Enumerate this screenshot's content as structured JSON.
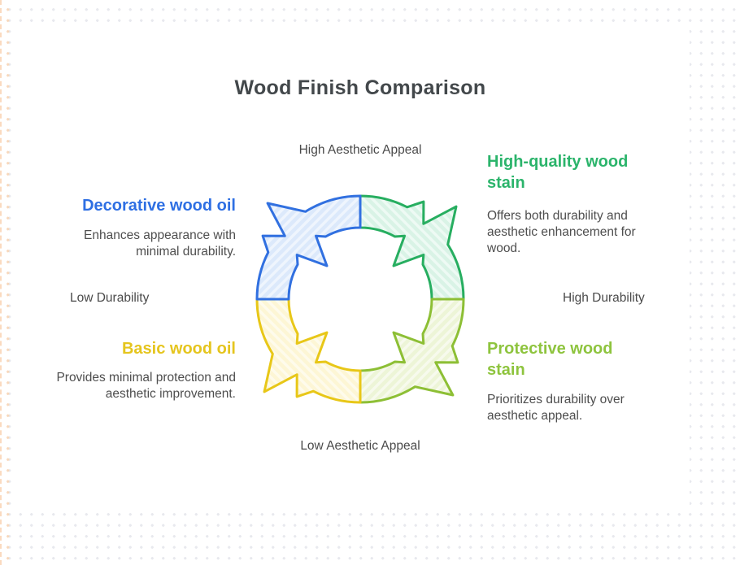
{
  "title": "Wood Finish Comparison",
  "colors": {
    "title_text": "#43484b",
    "axis_text": "#4a4a4a",
    "body_text": "#4e4e4e",
    "blue_stroke": "#3170e0",
    "blue_fill": "#dce9fb",
    "blue_heading": "#2e6fe3",
    "green_stroke": "#27ae60",
    "green_fill": "#d9f3e6",
    "green_heading": "#2bb46b",
    "yellow_stroke": "#e8c718",
    "yellow_fill": "#fdf6d5",
    "yellow_heading": "#e5c51e",
    "olive_stroke": "#8dbf35",
    "olive_fill": "#edf5d7",
    "olive_heading": "#8ec43e",
    "hatch_stripe": "rgba(255,255,255,0.55)"
  },
  "axis_labels": {
    "top": "High Aesthetic Appeal",
    "bottom": "Low Aesthetic Appeal",
    "left": "Low Durability",
    "right": "High Durability"
  },
  "quadrants": {
    "decorative": {
      "heading": "Decorative wood oil",
      "description": "Enhances appearance with minimal durability."
    },
    "high_quality": {
      "heading": "High-quality wood stain",
      "description": "Offers both durability and aesthetic enhancement for wood."
    },
    "basic": {
      "heading": "Basic wood oil",
      "description": "Provides minimal protection and aesthetic improvement."
    },
    "protective": {
      "heading": "Protective wood stain",
      "description": "Prioritizes durability over aesthetic appeal."
    }
  }
}
